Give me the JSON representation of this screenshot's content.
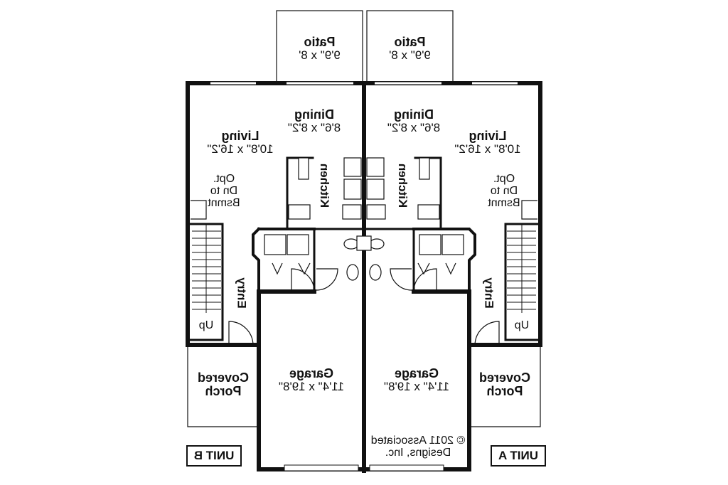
{
  "rooms": {
    "patio_left": {
      "name": "Patio",
      "dims": "9'9\" x 8'"
    },
    "patio_right": {
      "name": "Patio",
      "dims": "9'9\" x 8'"
    },
    "dining_left": {
      "name": "Dining",
      "dims": "8'6\" x 8'2\""
    },
    "dining_right": {
      "name": "Dining",
      "dims": "8'6\" x 8'2\""
    },
    "living_left": {
      "name": "Living",
      "dims": "10'8\" x 16'2\""
    },
    "living_right": {
      "name": "Living",
      "dims": "10'8\" x 16'2\""
    },
    "kitchen_left": {
      "name": "Kitchen"
    },
    "kitchen_right": {
      "name": "Kitchen"
    },
    "entry_left": {
      "name": "Entry"
    },
    "entry_right": {
      "name": "Entry"
    },
    "basement_left": {
      "lines": [
        "Opt.",
        "Dn to",
        "Bsmnt"
      ]
    },
    "basement_right": {
      "lines": [
        "Opt.",
        "Dn to",
        "Bsmnt"
      ]
    },
    "stair_left": {
      "label": "Up"
    },
    "stair_right": {
      "label": "Up"
    },
    "garage_left": {
      "name": "Garage",
      "dims": "11'4\" x 19'8\""
    },
    "garage_right": {
      "name": "Garage",
      "dims": "11'4\" x 19'8\""
    },
    "porch_left": {
      "lines": [
        "Covered",
        "Porch"
      ]
    },
    "porch_right": {
      "lines": [
        "Covered",
        "Porch"
      ]
    }
  },
  "units": {
    "left": "UNIT B",
    "right": "UNIT A"
  },
  "copyright": {
    "line1": "© 2011 Associated",
    "line2": "Designs, Inc."
  }
}
